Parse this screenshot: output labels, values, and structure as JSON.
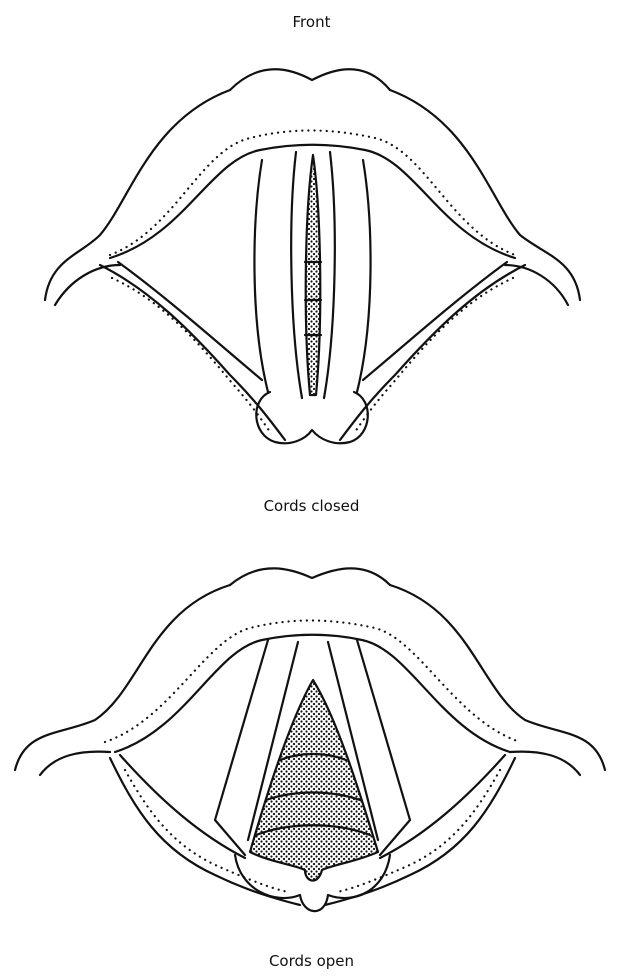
{
  "labels": {
    "front": "Front",
    "cords_closed": "Cords closed",
    "cords_open": "Cords open"
  },
  "colors": {
    "ink": "#111111",
    "paper": "#ffffff"
  }
}
